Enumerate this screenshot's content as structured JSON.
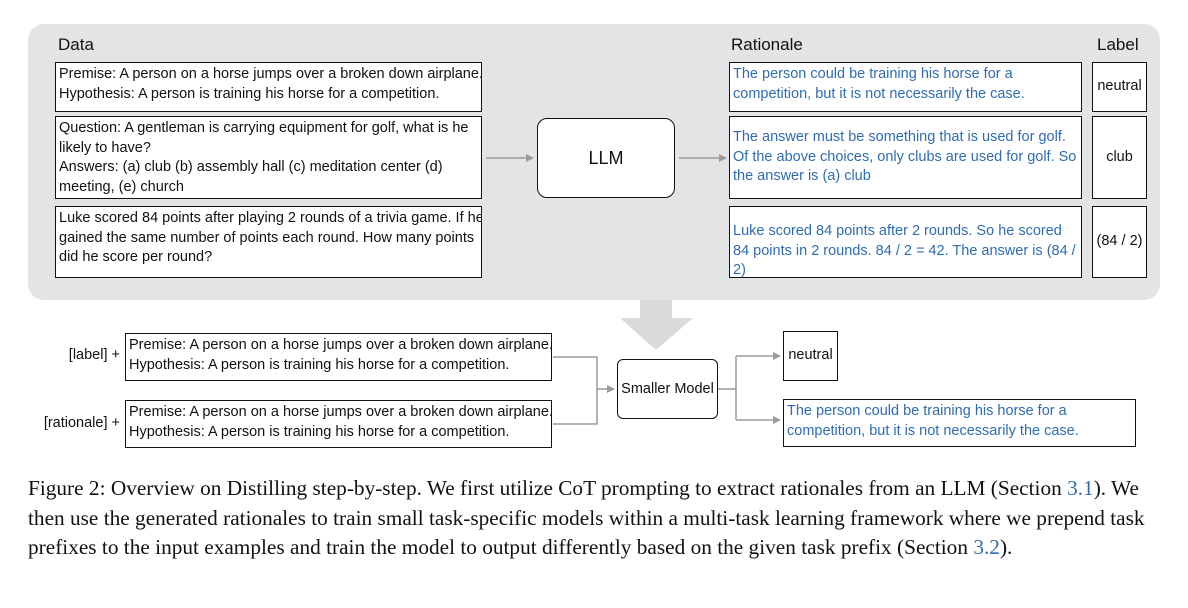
{
  "headers": {
    "data": "Data",
    "rationale": "Rationale",
    "label": "Label"
  },
  "examples": [
    {
      "input_lines": [
        "Premise: A person on a horse jumps over a broken down airplane.",
        "Hypothesis: A person is training his horse for a competition."
      ],
      "rationale": "The person could be training his horse for a competition, but it is not necessarily the case.",
      "label": "neutral"
    },
    {
      "input_lines": [
        "Question: A gentleman is carrying equipment for golf, what is he",
        "likely to have?",
        "Answers: (a) club (b) assembly hall (c) meditation center (d)",
        "meeting, (e) church"
      ],
      "rationale": "The answer must be something that is used for golf. Of the above choices, only clubs are used for golf. So the answer is (a) club",
      "label": "club"
    },
    {
      "input_lines": [
        "Luke scored 84 points after playing 2 rounds of a trivia game. If he",
        "gained the same number of points each round. How many points",
        "did he score per round?"
      ],
      "rationale": "Luke scored 84 points after 2 rounds. So he scored 84 points in 2 rounds. 84 / 2 = 42. The answer is (84 / 2)",
      "label": "(84 / 2)"
    }
  ],
  "llm_label": "LLM",
  "training": {
    "label_prefix": "[label] +",
    "rationale_prefix": "[rationale] +",
    "input_lines": [
      "Premise: A person on a horse jumps over a broken down airplane.",
      "Hypothesis: A person is training his horse for a competition."
    ],
    "model_label": "Smaller Model",
    "output_label": "neutral",
    "output_rationale": "The person could be training his horse for a competition, but it is not necessarily the case."
  },
  "caption": {
    "part1": "Figure 2: Overview on Distilling step-by-step. We first utilize CoT prompting to extract rationales from an LLM (Section ",
    "ref1": "3.1",
    "part2": "). We then use the generated rationales to train small task-specific models within a multi-task learning framework where we prepend task prefixes to the input examples and train the model to output differently based on the given task prefix (Section ",
    "ref2": "3.2",
    "part3": ")."
  }
}
